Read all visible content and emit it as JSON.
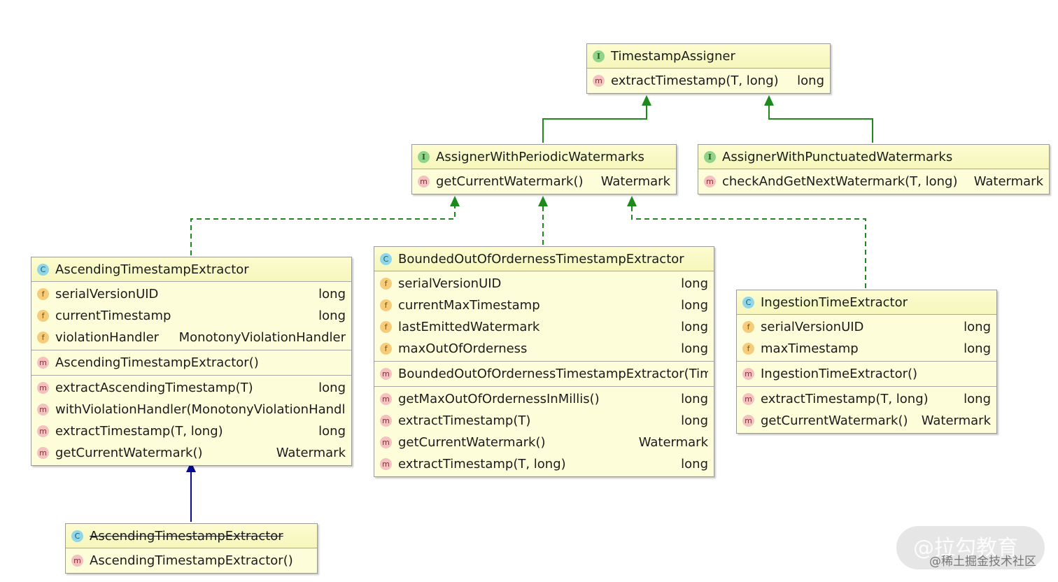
{
  "colors": {
    "implements": "#1e8a1e",
    "extends": "#0a0a8c",
    "box_fill": "#fdfdd9",
    "box_border": "#9a9a9a"
  },
  "boxes": {
    "timestamp_assigner": {
      "kind": "interface",
      "kind_icon": "I",
      "title": "TimestampAssigner",
      "methods": [
        {
          "icon": "m",
          "name": "extractTimestamp(T, long)",
          "type": "long"
        }
      ]
    },
    "periodic": {
      "kind": "interface",
      "kind_icon": "I",
      "title": "AssignerWithPeriodicWatermarks",
      "methods": [
        {
          "icon": "m",
          "name": "getCurrentWatermark()",
          "type": "Watermark"
        }
      ]
    },
    "punctuated": {
      "kind": "interface",
      "kind_icon": "I",
      "title": "AssignerWithPunctuatedWatermarks",
      "methods": [
        {
          "icon": "m",
          "name": "checkAndGetNextWatermark(T, long)",
          "type": "Watermark"
        }
      ]
    },
    "ascending": {
      "kind": "abstract-class",
      "kind_icon": "C",
      "title": "AscendingTimestampExtractor",
      "fields": [
        {
          "icon": "f",
          "name": "serialVersionUID",
          "type": "long"
        },
        {
          "icon": "f",
          "name": "currentTimestamp",
          "type": "long"
        },
        {
          "icon": "f",
          "name": "violationHandler",
          "type": "MonotonyViolationHandler"
        }
      ],
      "constructors": [
        {
          "icon": "m",
          "name": "AscendingTimestampExtractor()",
          "type": ""
        }
      ],
      "methods": [
        {
          "icon": "m",
          "name": "extractAscendingTimestamp(T)",
          "type": "long"
        },
        {
          "icon": "m",
          "name": "withViolationHandler(MonotonyViolationHandler)",
          "type": ""
        },
        {
          "icon": "m",
          "name": "extractTimestamp(T, long)",
          "type": "long"
        },
        {
          "icon": "m",
          "name": "getCurrentWatermark()",
          "type": "Watermark"
        }
      ]
    },
    "bounded": {
      "kind": "abstract-class",
      "kind_icon": "C",
      "title": "BoundedOutOfOrdernessTimestampExtractor",
      "fields": [
        {
          "icon": "f",
          "name": "serialVersionUID",
          "type": "long"
        },
        {
          "icon": "f",
          "name": "currentMaxTimestamp",
          "type": "long"
        },
        {
          "icon": "f",
          "name": "lastEmittedWatermark",
          "type": "long"
        },
        {
          "icon": "f",
          "name": "maxOutOfOrderness",
          "type": "long"
        }
      ],
      "constructors": [
        {
          "icon": "m",
          "name": "BoundedOutOfOrdernessTimestampExtractor(Time)",
          "type": ""
        }
      ],
      "methods": [
        {
          "icon": "m",
          "name": "getMaxOutOfOrdernessInMillis()",
          "type": "long"
        },
        {
          "icon": "m",
          "name": "extractTimestamp(T)",
          "type": "long"
        },
        {
          "icon": "m",
          "name": "getCurrentWatermark()",
          "type": "Watermark"
        },
        {
          "icon": "m",
          "name": "extractTimestamp(T, long)",
          "type": "long"
        }
      ]
    },
    "ingestion": {
      "kind": "class",
      "kind_icon": "C",
      "title": "IngestionTimeExtractor",
      "fields": [
        {
          "icon": "f",
          "name": "serialVersionUID",
          "type": "long"
        },
        {
          "icon": "f",
          "name": "maxTimestamp",
          "type": "long"
        }
      ],
      "constructors": [
        {
          "icon": "m",
          "name": "IngestionTimeExtractor()",
          "type": ""
        }
      ],
      "methods": [
        {
          "icon": "m",
          "name": "extractTimestamp(T, long)",
          "type": "long"
        },
        {
          "icon": "m",
          "name": "getCurrentWatermark()",
          "type": "Watermark"
        }
      ]
    },
    "ascending_deprecated": {
      "kind": "deprecated-class",
      "kind_icon": "C",
      "title": "AscendingTimestampExtractor",
      "strikethrough": true,
      "constructors": [
        {
          "icon": "m",
          "name": "AscendingTimestampExtractor()",
          "type": ""
        }
      ]
    }
  },
  "relations": [
    {
      "from": "periodic",
      "to": "timestamp_assigner",
      "kind": "extends-interface"
    },
    {
      "from": "punctuated",
      "to": "timestamp_assigner",
      "kind": "extends-interface"
    },
    {
      "from": "ascending",
      "to": "periodic",
      "kind": "implements"
    },
    {
      "from": "bounded",
      "to": "periodic",
      "kind": "implements"
    },
    {
      "from": "ingestion",
      "to": "periodic",
      "kind": "implements"
    },
    {
      "from": "ascending_deprecated",
      "to": "ascending",
      "kind": "extends"
    }
  ],
  "watermark": {
    "main": "@拉勾教育",
    "sub": "@稀土掘金技术社区"
  }
}
